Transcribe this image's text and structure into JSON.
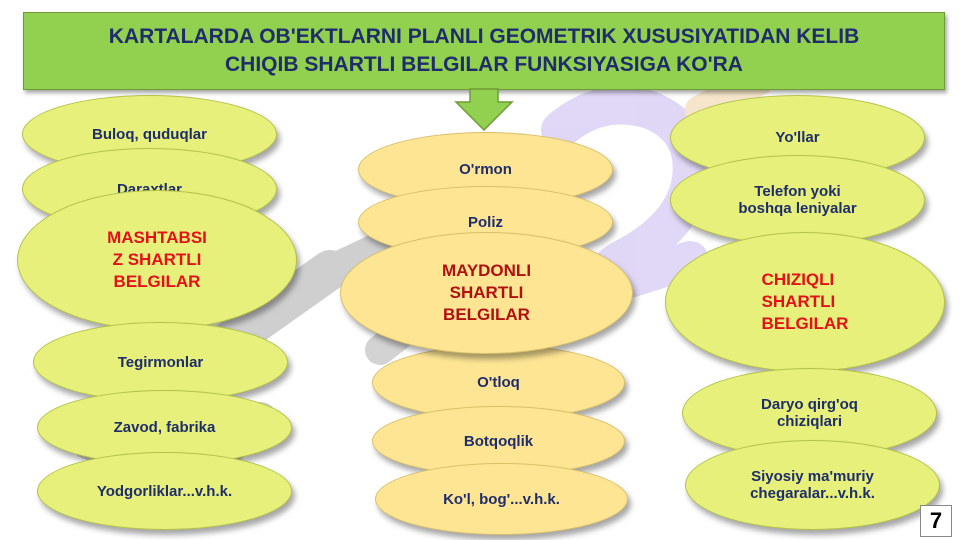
{
  "header": {
    "line1": "KARTALARDA OB'EKTLARNI PLANLI GEOMETRIK XUSUSIYATIDAN KELIB",
    "line2": "CHIQIB SHARTLI BELGILAR FUNKSIYASIGA KO'RA"
  },
  "left": {
    "category": "MASHTABSI\nZ  SHARTLI\nBELGILAR",
    "items": [
      "Buloq, quduqlar",
      "Daraxtlar",
      "Tegirmonlar",
      "Zavod, fabrika",
      "Yodgorliklar...v.h.k."
    ]
  },
  "center": {
    "category": "MAYDONLI\nSHARTLI\nBELGILAR",
    "items": [
      "O'rmon",
      "Poliz",
      "O'tloq",
      "Botqoqlik",
      "Ko'l, bog'...v.h.k."
    ]
  },
  "right": {
    "category": "CHIZIQLI\nSHARTLI\nBELGILAR",
    "items": [
      "Yo'llar",
      "Telefon yoki\nboshqa leniyalar",
      "Daryo qirg'oq\nchiziqlari",
      "Siyosiy ma'muriy\nchegaralar...v.h.k."
    ]
  },
  "page_number": "7"
}
